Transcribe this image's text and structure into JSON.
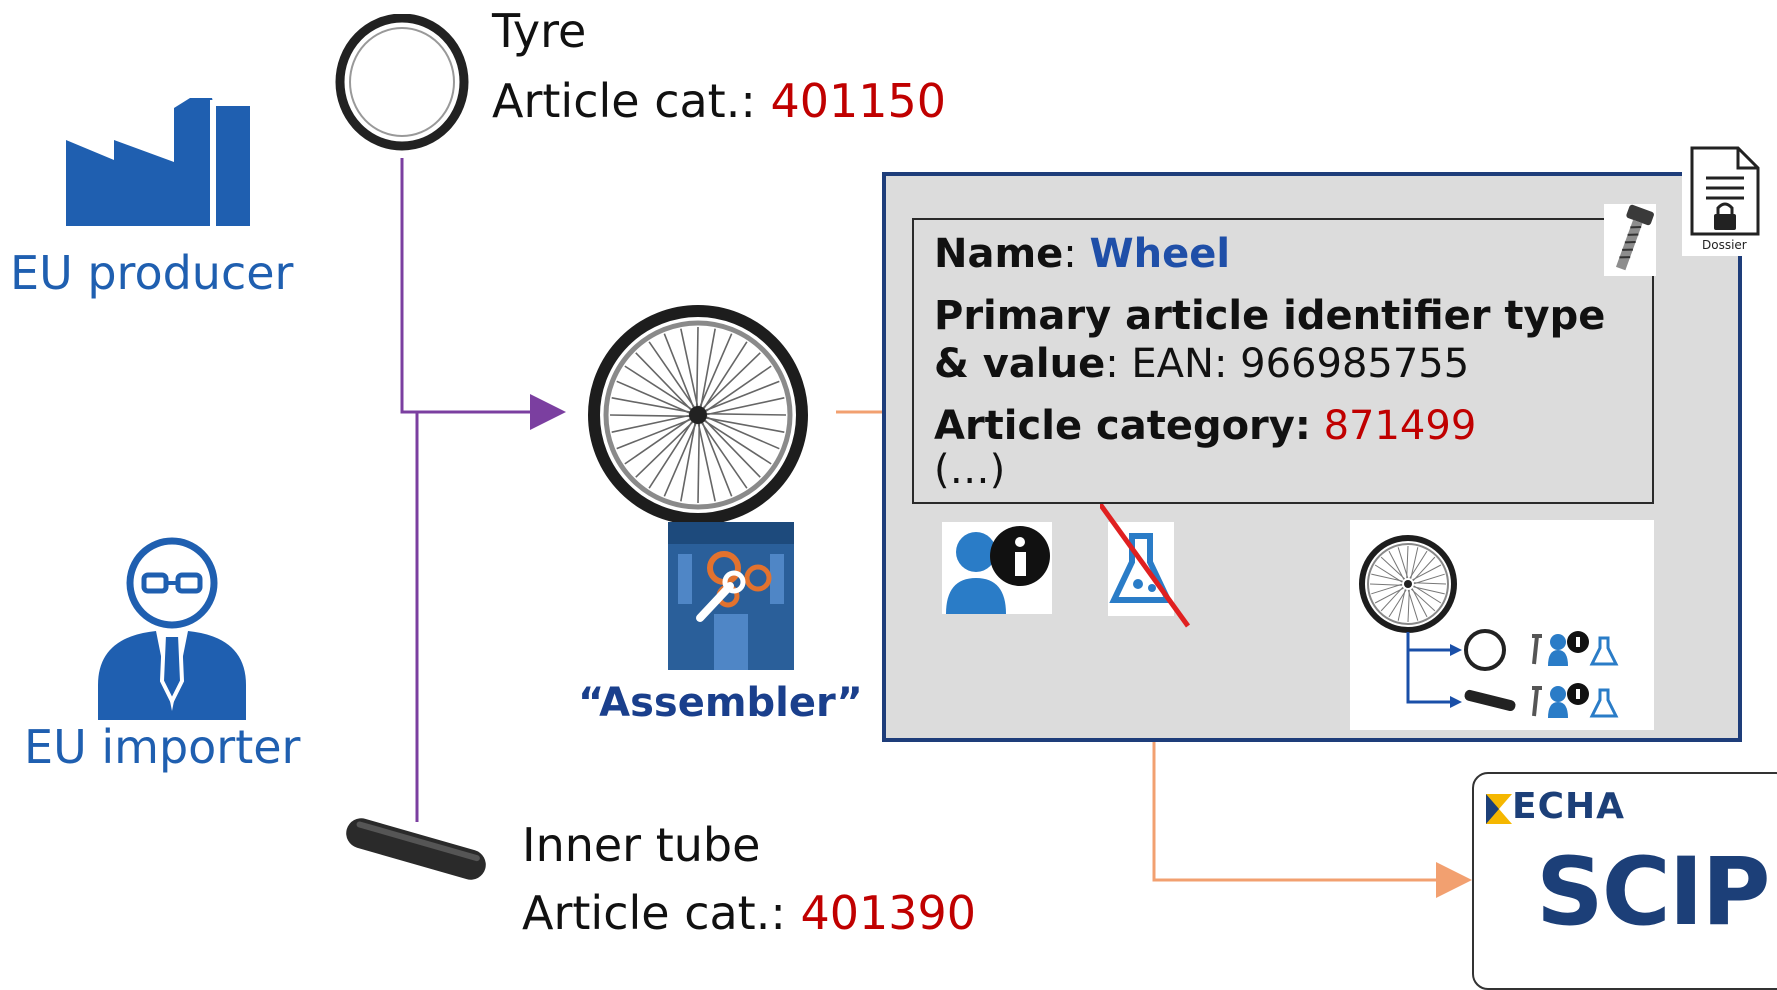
{
  "actors": {
    "producer_label": "EU producer",
    "importer_label": "EU importer",
    "assembler_label": "“Assembler”"
  },
  "components": {
    "tyre": {
      "name": "Tyre",
      "cat_prefix": "Article cat.: ",
      "cat_value": "401150"
    },
    "inner_tube": {
      "name": "Inner tube",
      "cat_prefix": "Article cat.: ",
      "cat_value": "401390"
    }
  },
  "record": {
    "name_key": "Name",
    "name_value": "Wheel",
    "id_key_line1": "Primary article identifier type",
    "id_key_line2": "& value",
    "id_value": "EAN: 966985755",
    "category_key": "Article category:",
    "category_value": "871499",
    "ellipsis": "(…)"
  },
  "dossier_label": "Dossier",
  "destination": {
    "org": "ECHA",
    "system": "SCIP"
  },
  "icons": [
    "factory-icon",
    "importer-person-icon",
    "tyre-icon",
    "inner-tube-icon",
    "wheel-icon",
    "assembler-machine-icon",
    "screw-icon",
    "user-info-icon",
    "flask-crossed-icon",
    "dossier-icon",
    "echa-logo"
  ],
  "colors": {
    "accent_blue": "#1f5fb0",
    "panel_border": "#1e3d7a",
    "value_red": "#c00000",
    "supply_line": "#7b3fa0",
    "submit_line": "#f2a070"
  }
}
